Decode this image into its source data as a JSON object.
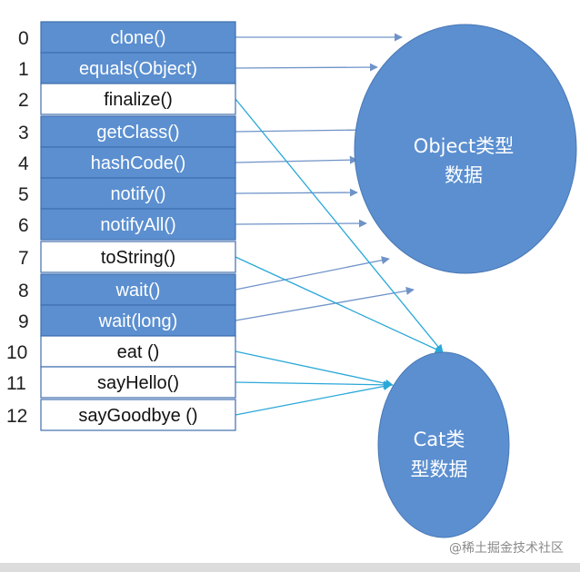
{
  "methods": [
    {
      "index": "0",
      "label": "clone()",
      "kind": "object"
    },
    {
      "index": "1",
      "label": "equals(Object)",
      "kind": "object"
    },
    {
      "index": "2",
      "label": "finalize()",
      "kind": "own"
    },
    {
      "index": "3",
      "label": "getClass()",
      "kind": "object"
    },
    {
      "index": "4",
      "label": "hashCode()",
      "kind": "object"
    },
    {
      "index": "5",
      "label": "notify()",
      "kind": "object"
    },
    {
      "index": "6",
      "label": "notifyAll()",
      "kind": "object"
    },
    {
      "index": "7",
      "label": "toString()",
      "kind": "own"
    },
    {
      "index": "8",
      "label": "wait()",
      "kind": "object"
    },
    {
      "index": "9",
      "label": "wait(long)",
      "kind": "object"
    },
    {
      "index": "10",
      "label": "eat ()",
      "kind": "own"
    },
    {
      "index": "11",
      "label": "sayHello()",
      "kind": "own"
    },
    {
      "index": "12",
      "label": "sayGoodbye ()",
      "kind": "own"
    }
  ],
  "targets": {
    "object_type": {
      "line1": "Object类型",
      "line2": "数据"
    },
    "cat_type": {
      "line1": "Cat类",
      "line2": "型数据"
    }
  },
  "arrows": [
    {
      "from": 0,
      "to": "object_type",
      "color": "#6f93c8"
    },
    {
      "from": 1,
      "to": "object_type",
      "color": "#6f93c8"
    },
    {
      "from": 3,
      "to": "object_type",
      "color": "#6f93c8"
    },
    {
      "from": 4,
      "to": "object_type",
      "color": "#6f93c8"
    },
    {
      "from": 5,
      "to": "object_type",
      "color": "#6f93c8"
    },
    {
      "from": 6,
      "to": "object_type",
      "color": "#6f93c8"
    },
    {
      "from": 8,
      "to": "object_type",
      "color": "#6f93c8"
    },
    {
      "from": 9,
      "to": "object_type",
      "color": "#6f93c8"
    },
    {
      "from": 2,
      "to": "cat_type",
      "color": "#2aa8d8"
    },
    {
      "from": 7,
      "to": "cat_type",
      "color": "#2aa8d8"
    },
    {
      "from": 10,
      "to": "cat_type",
      "color": "#2aa8d8"
    },
    {
      "from": 11,
      "to": "cat_type",
      "color": "#2aa8d8"
    },
    {
      "from": 12,
      "to": "cat_type",
      "color": "#2aa8d8"
    }
  ],
  "colors": {
    "object_fill": "#5b8fd0",
    "own_fill": "#ffffff",
    "cell_border": "#3f6fae",
    "ellipse_fill": "#5b8fd0",
    "object_text": "#ffffff",
    "own_text": "#111111"
  },
  "watermark": "@稀土掘金技术社区"
}
